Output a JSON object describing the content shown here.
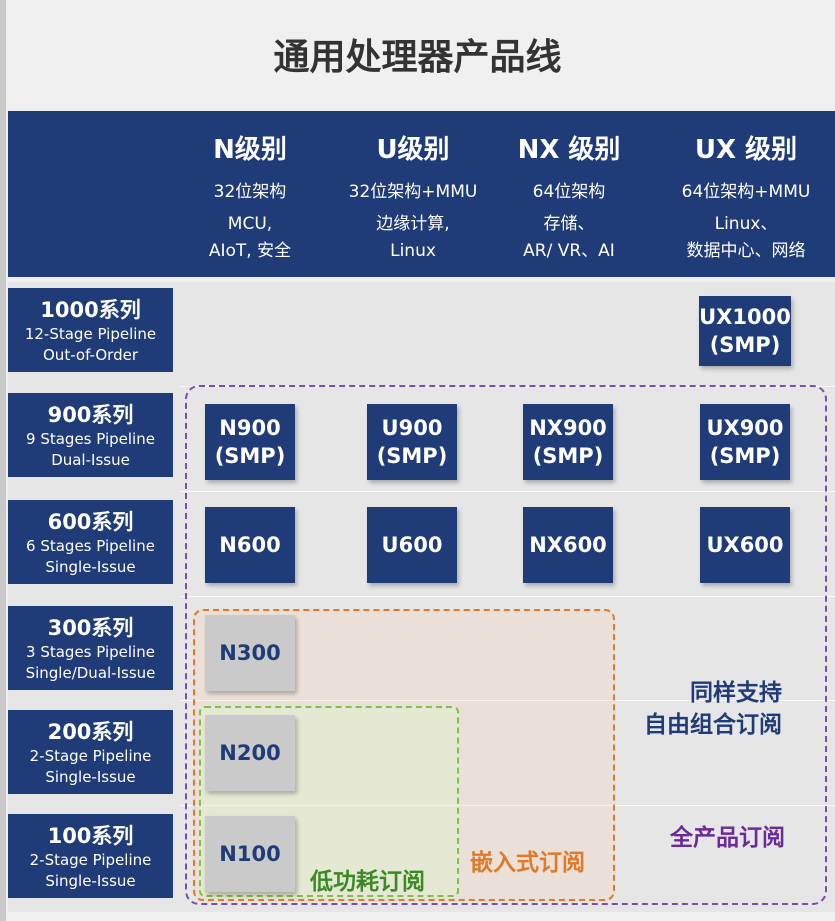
{
  "title": "通用处理器产品线",
  "levels": [
    {
      "name": "N级别",
      "arch": "32位架构",
      "use_line1": "MCU,",
      "use_line2": "AIoT, 安全"
    },
    {
      "name": "U级别",
      "arch": "32位架构+MMU",
      "use_line1": "边缘计算,",
      "use_line2": "Linux"
    },
    {
      "name": "NX 级别",
      "arch": "64位架构",
      "use_line1": "存储、",
      "use_line2": "AR/ VR、AI"
    },
    {
      "name": "UX 级别",
      "arch": "64位架构+MMU",
      "use_line1": "Linux、",
      "use_line2": "数据中心、网络"
    }
  ],
  "series": [
    {
      "name": "1000系列",
      "desc1": "12-Stage Pipeline",
      "desc2": "Out-of-Order"
    },
    {
      "name": "900系列",
      "desc1": "9 Stages Pipeline",
      "desc2": "Dual-Issue"
    },
    {
      "name": "600系列",
      "desc1": "6 Stages Pipeline",
      "desc2": "Single-Issue"
    },
    {
      "name": "300系列",
      "desc1": "3 Stages Pipeline",
      "desc2": "Single/Dual-Issue"
    },
    {
      "name": "200系列",
      "desc1": "2-Stage Pipeline",
      "desc2": "Single-Issue"
    },
    {
      "name": "100系列",
      "desc1": "2-Stage Pipeline",
      "desc2": "Single-Issue"
    }
  ],
  "chips": {
    "ux1000": "UX1000\n(SMP)",
    "n900": "N900\n(SMP)",
    "u900": "U900\n(SMP)",
    "nx900": "NX900\n(SMP)",
    "ux900": "UX900\n(SMP)",
    "n600": "N600",
    "u600": "U600",
    "nx600": "NX600",
    "ux600": "UX600",
    "n300": "N300",
    "n200": "N200",
    "n100": "N100"
  },
  "subscriptions": {
    "mix_line1": "同样支持",
    "mix_line2": "自由组合订阅",
    "full": "全产品订阅",
    "embedded": "嵌入式订阅",
    "low_power": "低功耗订阅"
  },
  "colors": {
    "navy": "#1f3b78",
    "full_border": "#7a4fa6",
    "embedded_border": "#e07a2a",
    "low_power_border": "#7cc14a",
    "full_text": "#6b2a9a",
    "embedded_text": "#e07a2a",
    "low_power_text": "#3c8a24"
  }
}
